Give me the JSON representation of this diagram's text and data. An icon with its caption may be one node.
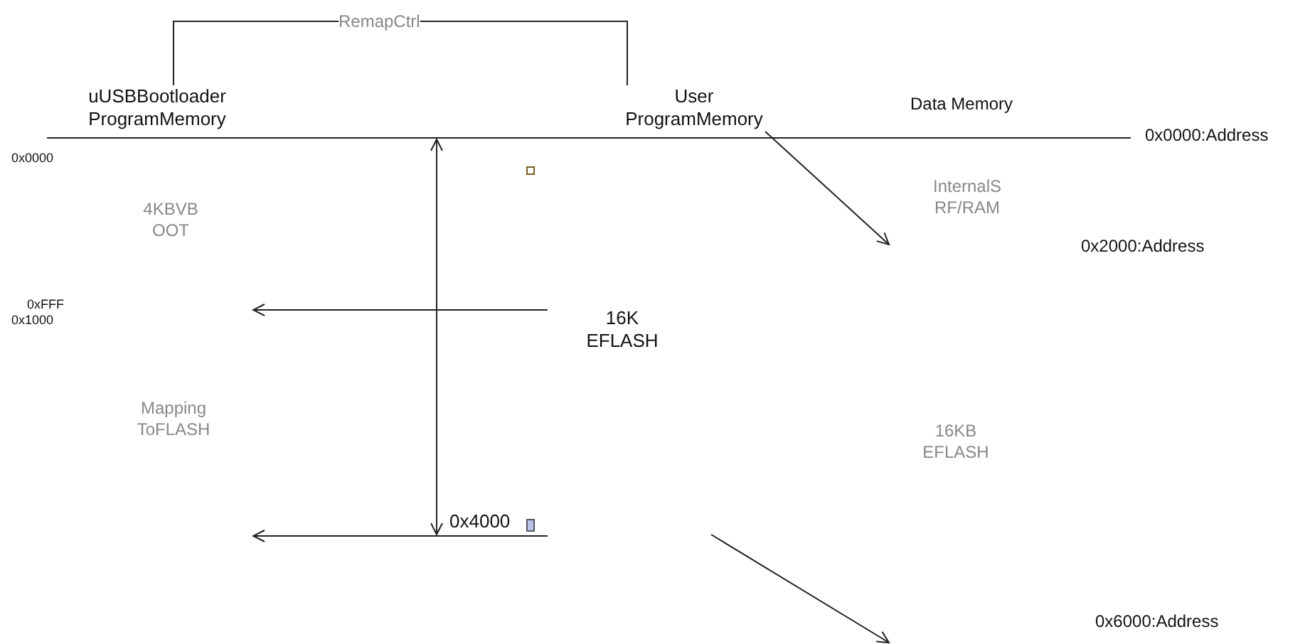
{
  "diagram": {
    "nodes": [
      {
        "text": [
          "uUSBBootloader ProgramMemory"
        ]
      },
      {
        "text": [
          "User ProgramMemory"
        ]
      },
      {
        "text": [
          "RemapCtrl"
        ]
      }
    ],
    "edges": [
      {
        "from": 2,
        "to": 0,
        "arrow": "none"
      },
      {
        "from": 2,
        "to": 1,
        "arrow": "none"
      },
      {
        "from": 1,
        "to": null,
        "arrow": "to"
      }
    ],
    "labels": [
      "Data Memory",
      "0x0000:Address",
      "0x0000",
      "InternalS RF/RAM",
      "4KBVB OOT",
      "0x2000:Address",
      "0xFFF",
      "0x1000",
      "16K EFLASH",
      "Mapping ToFLASH",
      "16KB EFLASH",
      "0x4000",
      "0x6000:Address"
    ]
  }
}
